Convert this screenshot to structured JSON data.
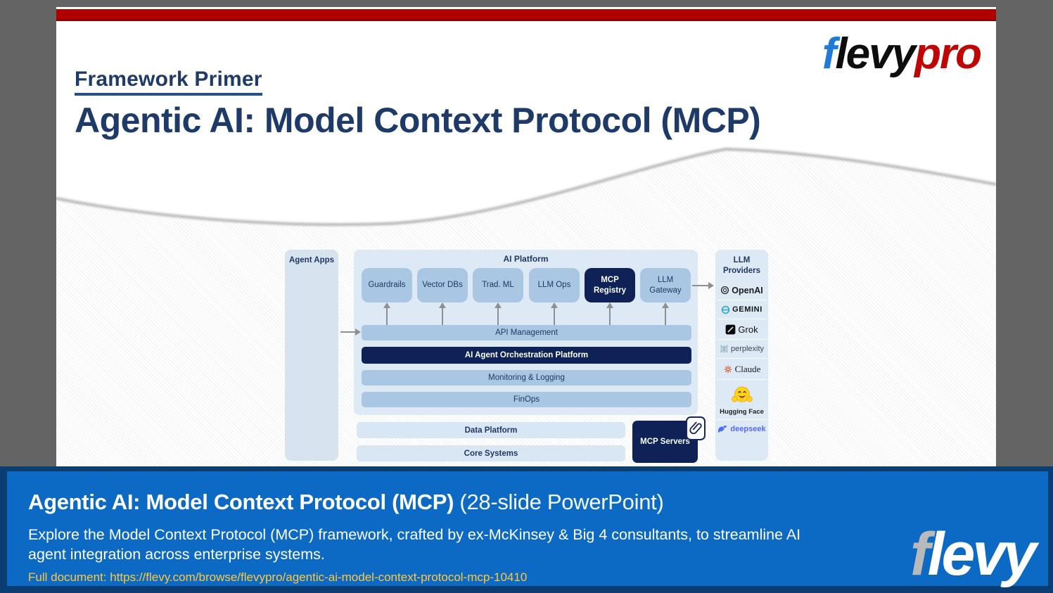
{
  "slide": {
    "eyebrow": "Framework Primer",
    "title": "Agentic AI: Model Context Protocol (MCP)",
    "logo": {
      "f": "f",
      "levy": "levy",
      "pro": "pro"
    },
    "diagram": {
      "agent_apps": "Agent Apps",
      "ai_platform": "AI Platform",
      "boxes": [
        {
          "label": "Guardrails",
          "dark": false
        },
        {
          "label": "Vector DBs",
          "dark": false
        },
        {
          "label": "Trad. ML",
          "dark": false
        },
        {
          "label": "LLM Ops",
          "dark": false
        },
        {
          "label": "MCP Registry",
          "dark": true
        },
        {
          "label": "LLM Gateway",
          "dark": false
        }
      ],
      "api_management": "API Management",
      "orchestration": "AI Agent Orchestration Platform",
      "monitoring": "Monitoring & Logging",
      "finops": "FinOps",
      "data_platform": "Data Platform",
      "core_systems": "Core Systems",
      "mcp_servers": "MCP Servers",
      "llm_providers_title": "LLM Providers",
      "providers": [
        {
          "name": "OpenAI"
        },
        {
          "name": "GEMINI"
        },
        {
          "name": "Grok"
        },
        {
          "name": "perplexity"
        },
        {
          "name": "Claude"
        },
        {
          "name": "Hugging Face"
        },
        {
          "name": "deepseek"
        }
      ]
    }
  },
  "banner": {
    "title_bold": "Agentic AI: Model Context Protocol (MCP)",
    "title_rest": " (28-slide PowerPoint)",
    "description_lines": [
      "Explore the Model Context Protocol (MCP) framework, crafted by ex-McKinsey & Big 4 consultants, to streamline AI",
      "agent integration across enterprise systems."
    ],
    "link": "Full document: https://flevy.com/browse/flevypro/agentic-ai-model-context-protocol-mcp-10410",
    "logo": {
      "f": "f",
      "levy": "levy"
    }
  },
  "colors": {
    "accent_red": "#b20000",
    "heading_navy": "#1e3a68",
    "box_light_blue": "#a9c7e3",
    "panel_light_blue": "#dde9f5",
    "dark_navy": "#0e2257",
    "banner_blue": "#0d6ac4",
    "banner_frame": "#0a3e72",
    "link_gold": "#ffc83c",
    "claude_orange": "#d77655",
    "deepseek_blue": "#4d6bfe",
    "hf_yellow": "#ffd21e"
  }
}
